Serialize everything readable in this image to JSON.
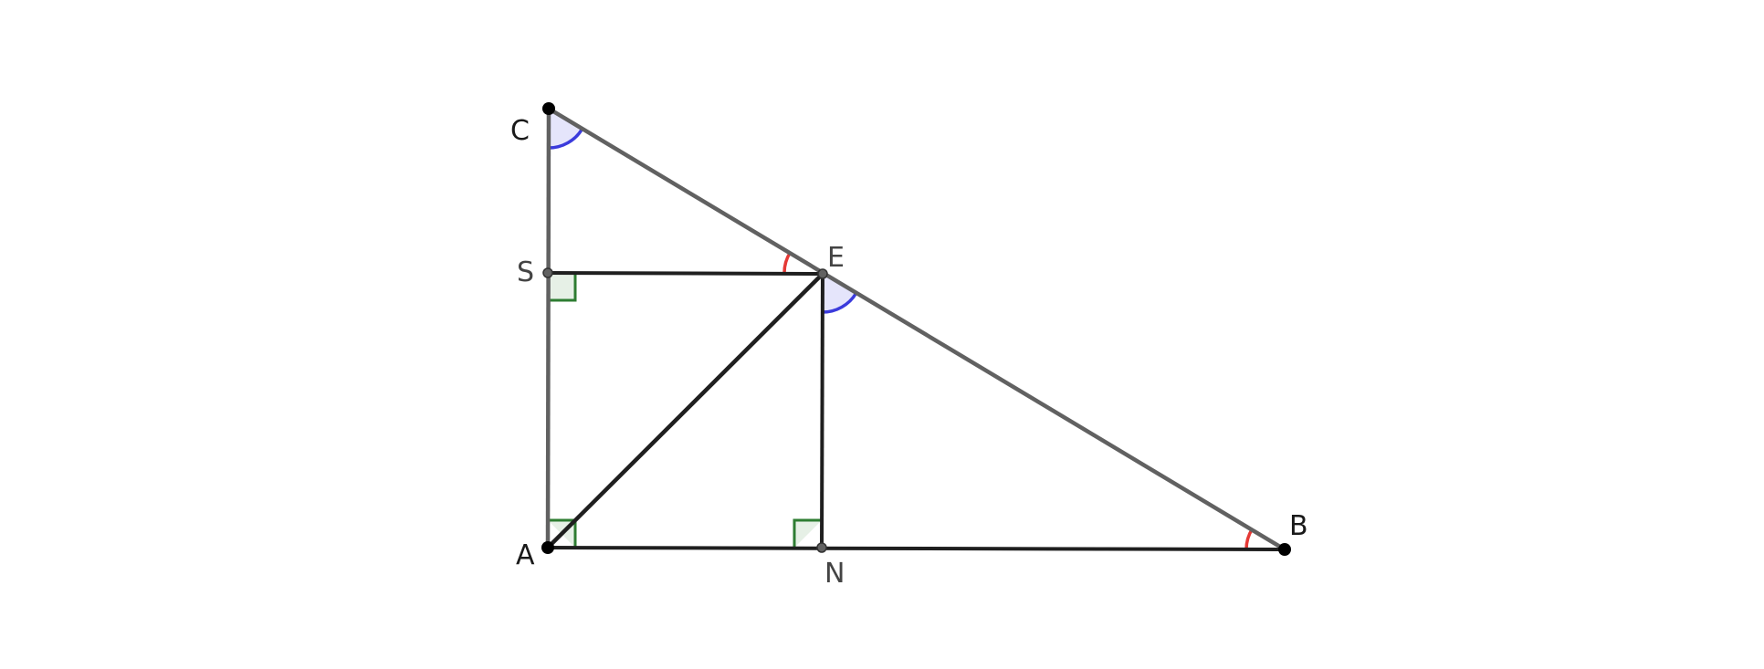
{
  "diagram": {
    "points": [
      {
        "id": "C",
        "label": "C"
      },
      {
        "id": "S",
        "label": "S"
      },
      {
        "id": "E",
        "label": "E"
      },
      {
        "id": "A",
        "label": "A"
      },
      {
        "id": "N",
        "label": "N"
      },
      {
        "id": "B",
        "label": "B"
      }
    ],
    "segments": [
      [
        "C",
        "B"
      ],
      [
        "C",
        "A"
      ],
      [
        "A",
        "B"
      ],
      [
        "S",
        "E"
      ],
      [
        "E",
        "N"
      ],
      [
        "A",
        "E"
      ]
    ],
    "right_angles_at": [
      "S",
      "A",
      "N"
    ],
    "equal_angle_marks": {
      "red": [
        "B",
        "E"
      ],
      "blue": [
        "C",
        "E"
      ]
    },
    "colors": {
      "triangle_side": "#616161",
      "inner_segment": "#1f1f1f",
      "right_angle": "#2e7d32",
      "right_angle_fill": "#e6f0e6",
      "angle_red": "#e53935",
      "angle_blue": "#3b3bdc",
      "angle_blue_fill": "#e5e5fb",
      "label": "#1a1a1a",
      "label_gray": "#444444"
    }
  }
}
